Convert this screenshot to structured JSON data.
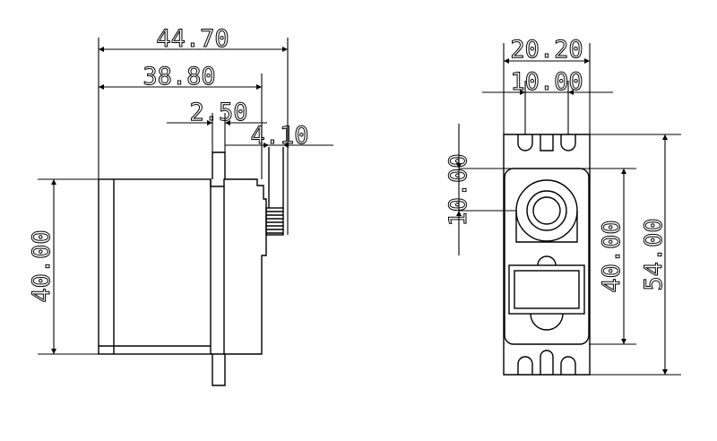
{
  "side_view": {
    "dims": {
      "overall_length": "44.70",
      "body_length": "38.80",
      "flange_thickness": "2.50",
      "spline_height": "4.10",
      "body_height": "40.00"
    }
  },
  "front_view": {
    "dims": {
      "width": "20.20",
      "slot_spacing": "10.00",
      "shaft_offset": "10.00",
      "body_height": "40.00",
      "overall_height": "54.00"
    }
  }
}
